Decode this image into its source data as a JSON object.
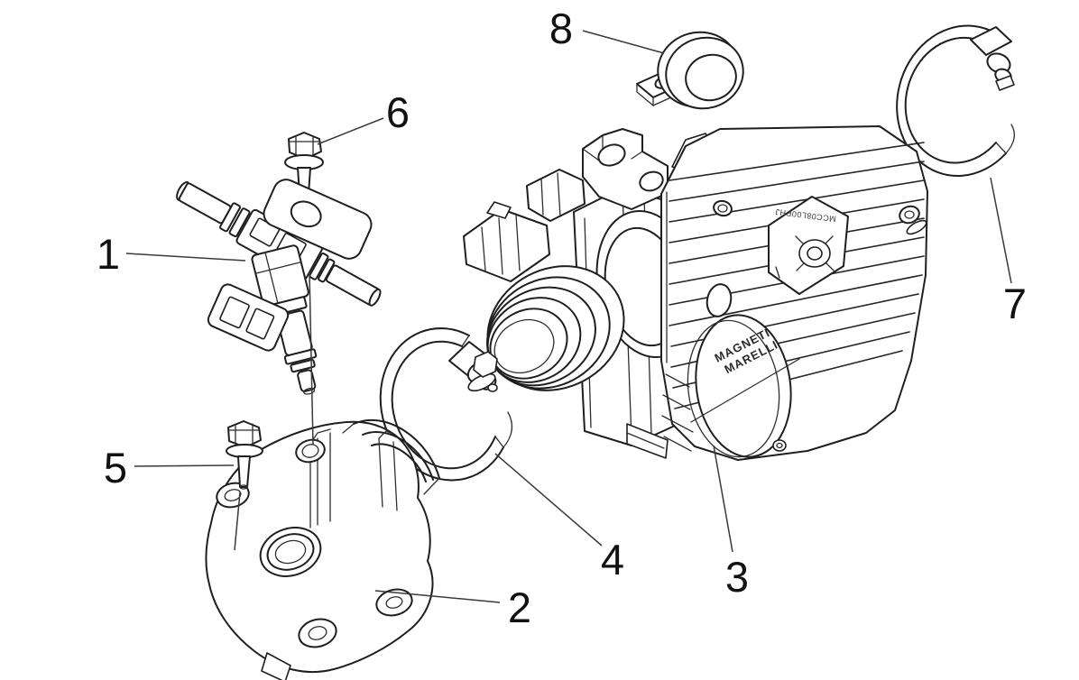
{
  "diagram": {
    "kind": "exploded-parts-diagram",
    "background_color": "#ffffff",
    "line_color": "#1f1f1f",
    "callouts": [
      {
        "number": "1"
      },
      {
        "number": "2"
      },
      {
        "number": "3"
      },
      {
        "number": "4"
      },
      {
        "number": "5"
      },
      {
        "number": "6"
      },
      {
        "number": "7"
      },
      {
        "number": "8"
      }
    ],
    "markings": {
      "brand_line1": "MAGNETI",
      "brand_line2": "MARELLI",
      "embossed_code": "MCC08L00PHJ"
    }
  }
}
